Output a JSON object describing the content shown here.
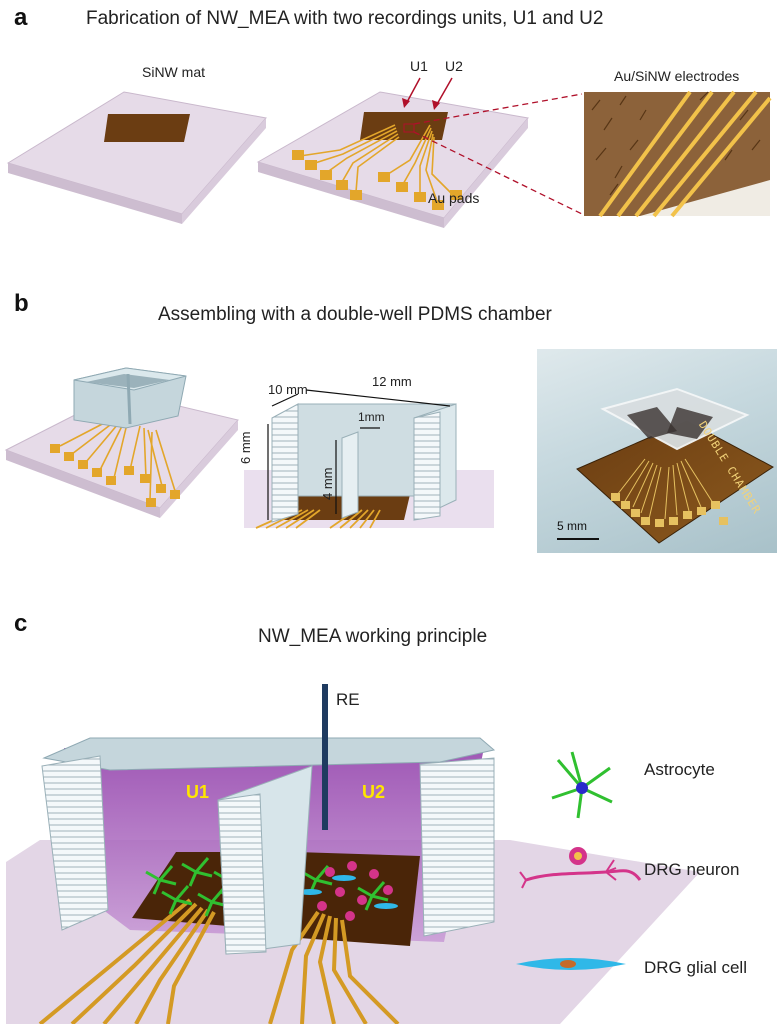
{
  "panels": {
    "a": {
      "letter": "a",
      "title": "Fabrication of  NW_MEA with two recordings units, U1 and U2",
      "labels": {
        "sinw_mat": "SiNW mat",
        "u1": "U1",
        "u2": "U2",
        "electrodes": "Au/SiNW electrodes",
        "au_pads": "Au pads"
      }
    },
    "b": {
      "letter": "b",
      "title": "Assembling with a double-well PDMS chamber",
      "dimensions": {
        "d10": "10 mm",
        "d12": "12 mm",
        "d1": "1mm",
        "d6": "6 mm",
        "d4": "4 mm"
      },
      "photo_text": "DOUBLE CHAMBER",
      "scale_bar": "5 mm"
    },
    "c": {
      "letter": "c",
      "title": "NW_MEA working principle",
      "labels": {
        "re": "RE",
        "u1": "U1",
        "u2": "U2"
      },
      "legend": [
        {
          "name": "Astrocyte",
          "color": "#33cc33"
        },
        {
          "name": "DRG neuron",
          "color": "#d4348a"
        },
        {
          "name": "DRG glial cell",
          "color": "#2fb8e8"
        }
      ]
    }
  },
  "colors": {
    "substrate": "#e8dde8",
    "mat": "#5a3410",
    "gold": "#e3a62a",
    "pdms": "#c5d6dc",
    "medium": "#9b59b6",
    "unit_label": "#ffe600"
  }
}
